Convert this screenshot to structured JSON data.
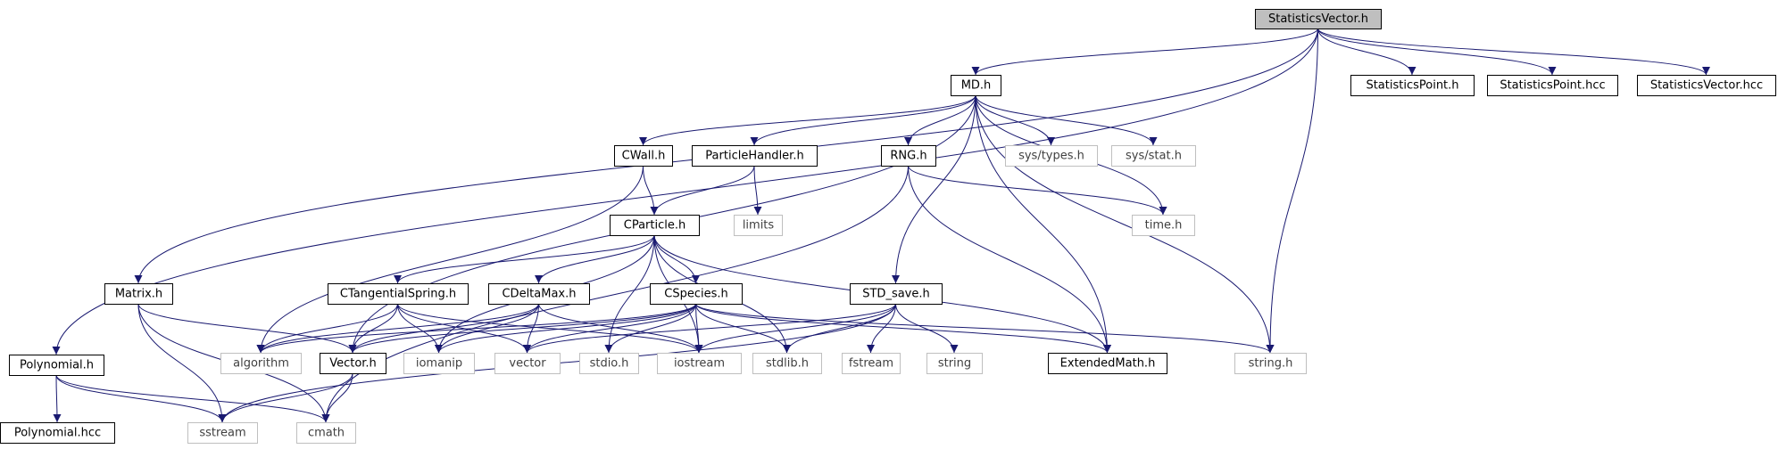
{
  "colors": {
    "edge": "#191970",
    "node_border_local": "#000000",
    "node_border_system": "#bfbfbf",
    "root_fill": "#bfbfbf",
    "text_local": "#000000",
    "text_system": "#404040"
  },
  "nodes": [
    {
      "id": "statisticsvector_h",
      "label": "StatisticsVector.h",
      "kind": "root"
    },
    {
      "id": "statisticspoint_h",
      "label": "StatisticsPoint.h",
      "kind": "local"
    },
    {
      "id": "statisticspoint_hcc",
      "label": "StatisticsPoint.hcc",
      "kind": "local"
    },
    {
      "id": "statisticsvector_hcc",
      "label": "StatisticsVector.hcc",
      "kind": "local"
    },
    {
      "id": "md_h",
      "label": "MD.h",
      "kind": "local"
    },
    {
      "id": "cwall_h",
      "label": "CWall.h",
      "kind": "local"
    },
    {
      "id": "particlehandler_h",
      "label": "ParticleHandler.h",
      "kind": "local"
    },
    {
      "id": "rng_h",
      "label": "RNG.h",
      "kind": "local"
    },
    {
      "id": "sys_types_h",
      "label": "sys/types.h",
      "kind": "system"
    },
    {
      "id": "sys_stat_h",
      "label": "sys/stat.h",
      "kind": "system"
    },
    {
      "id": "limits",
      "label": "limits",
      "kind": "system"
    },
    {
      "id": "time_h",
      "label": "time.h",
      "kind": "system"
    },
    {
      "id": "cparticle_h",
      "label": "CParticle.h",
      "kind": "local"
    },
    {
      "id": "matrix_h",
      "label": "Matrix.h",
      "kind": "local"
    },
    {
      "id": "ctangentialspring_h",
      "label": "CTangentialSpring.h",
      "kind": "local"
    },
    {
      "id": "cdeltamax_h",
      "label": "CDeltaMax.h",
      "kind": "local"
    },
    {
      "id": "cspecies_h",
      "label": "CSpecies.h",
      "kind": "local"
    },
    {
      "id": "std_save_h",
      "label": "STD_save.h",
      "kind": "local"
    },
    {
      "id": "polynomial_h",
      "label": "Polynomial.h",
      "kind": "local"
    },
    {
      "id": "algorithm",
      "label": "algorithm",
      "kind": "system"
    },
    {
      "id": "vector_h",
      "label": "Vector.h",
      "kind": "local"
    },
    {
      "id": "iomanip",
      "label": "iomanip",
      "kind": "system"
    },
    {
      "id": "vector",
      "label": "vector",
      "kind": "system"
    },
    {
      "id": "stdio_h",
      "label": "stdio.h",
      "kind": "system"
    },
    {
      "id": "iostream",
      "label": "iostream",
      "kind": "system"
    },
    {
      "id": "stdlib_h",
      "label": "stdlib.h",
      "kind": "system"
    },
    {
      "id": "fstream",
      "label": "fstream",
      "kind": "system"
    },
    {
      "id": "string",
      "label": "string",
      "kind": "system"
    },
    {
      "id": "extendedmath_h",
      "label": "ExtendedMath.h",
      "kind": "local"
    },
    {
      "id": "string_h",
      "label": "string.h",
      "kind": "system"
    },
    {
      "id": "polynomial_hcc",
      "label": "Polynomial.hcc",
      "kind": "local"
    },
    {
      "id": "sstream",
      "label": "sstream",
      "kind": "system"
    },
    {
      "id": "cmath",
      "label": "cmath",
      "kind": "system"
    }
  ],
  "edges": [
    {
      "from": "statisticsvector_h",
      "to": "md_h"
    },
    {
      "from": "statisticsvector_h",
      "to": "statisticspoint_h"
    },
    {
      "from": "statisticsvector_h",
      "to": "statisticspoint_hcc"
    },
    {
      "from": "statisticsvector_h",
      "to": "statisticsvector_hcc"
    },
    {
      "from": "statisticsvector_h",
      "to": "matrix_h"
    },
    {
      "from": "statisticsvector_h",
      "to": "polynomial_h"
    },
    {
      "from": "statisticsvector_h",
      "to": "string_h"
    },
    {
      "from": "md_h",
      "to": "cwall_h"
    },
    {
      "from": "md_h",
      "to": "particlehandler_h"
    },
    {
      "from": "md_h",
      "to": "rng_h"
    },
    {
      "from": "md_h",
      "to": "sys_types_h"
    },
    {
      "from": "md_h",
      "to": "sys_stat_h"
    },
    {
      "from": "md_h",
      "to": "time_h"
    },
    {
      "from": "md_h",
      "to": "std_save_h"
    },
    {
      "from": "md_h",
      "to": "extendedmath_h"
    },
    {
      "from": "md_h",
      "to": "string_h"
    },
    {
      "from": "md_h",
      "to": "vector_h"
    },
    {
      "from": "cwall_h",
      "to": "cparticle_h"
    },
    {
      "from": "cwall_h",
      "to": "algorithm"
    },
    {
      "from": "particlehandler_h",
      "to": "cparticle_h"
    },
    {
      "from": "particlehandler_h",
      "to": "limits"
    },
    {
      "from": "rng_h",
      "to": "time_h"
    },
    {
      "from": "rng_h",
      "to": "extendedmath_h"
    },
    {
      "from": "rng_h",
      "to": "cmath"
    },
    {
      "from": "cparticle_h",
      "to": "ctangentialspring_h"
    },
    {
      "from": "cparticle_h",
      "to": "cdeltamax_h"
    },
    {
      "from": "cparticle_h",
      "to": "cspecies_h"
    },
    {
      "from": "cparticle_h",
      "to": "iomanip"
    },
    {
      "from": "cparticle_h",
      "to": "stdio_h"
    },
    {
      "from": "cparticle_h",
      "to": "iostream"
    },
    {
      "from": "cparticle_h",
      "to": "stdlib_h"
    },
    {
      "from": "cparticle_h",
      "to": "extendedmath_h"
    },
    {
      "from": "ctangentialspring_h",
      "to": "algorithm"
    },
    {
      "from": "ctangentialspring_h",
      "to": "vector_h"
    },
    {
      "from": "ctangentialspring_h",
      "to": "iomanip"
    },
    {
      "from": "ctangentialspring_h",
      "to": "vector"
    },
    {
      "from": "ctangentialspring_h",
      "to": "iostream"
    },
    {
      "from": "cdeltamax_h",
      "to": "algorithm"
    },
    {
      "from": "cdeltamax_h",
      "to": "vector_h"
    },
    {
      "from": "cdeltamax_h",
      "to": "iomanip"
    },
    {
      "from": "cdeltamax_h",
      "to": "vector"
    },
    {
      "from": "cdeltamax_h",
      "to": "iostream"
    },
    {
      "from": "cspecies_h",
      "to": "vector_h"
    },
    {
      "from": "cspecies_h",
      "to": "iomanip"
    },
    {
      "from": "cspecies_h",
      "to": "vector"
    },
    {
      "from": "cspecies_h",
      "to": "stdio_h"
    },
    {
      "from": "cspecies_h",
      "to": "iostream"
    },
    {
      "from": "cspecies_h",
      "to": "stdlib_h"
    },
    {
      "from": "cspecies_h",
      "to": "extendedmath_h"
    },
    {
      "from": "cspecies_h",
      "to": "string_h"
    },
    {
      "from": "cspecies_h",
      "to": "algorithm"
    },
    {
      "from": "std_save_h",
      "to": "vector"
    },
    {
      "from": "std_save_h",
      "to": "iostream"
    },
    {
      "from": "std_save_h",
      "to": "stdlib_h"
    },
    {
      "from": "std_save_h",
      "to": "fstream"
    },
    {
      "from": "std_save_h",
      "to": "string"
    },
    {
      "from": "std_save_h",
      "to": "sstream"
    },
    {
      "from": "matrix_h",
      "to": "vector_h"
    },
    {
      "from": "matrix_h",
      "to": "sstream"
    },
    {
      "from": "matrix_h",
      "to": "cmath"
    },
    {
      "from": "polynomial_h",
      "to": "polynomial_hcc"
    },
    {
      "from": "polynomial_h",
      "to": "sstream"
    },
    {
      "from": "polynomial_h",
      "to": "cmath"
    },
    {
      "from": "vector_h",
      "to": "sstream"
    },
    {
      "from": "vector_h",
      "to": "cmath"
    }
  ]
}
